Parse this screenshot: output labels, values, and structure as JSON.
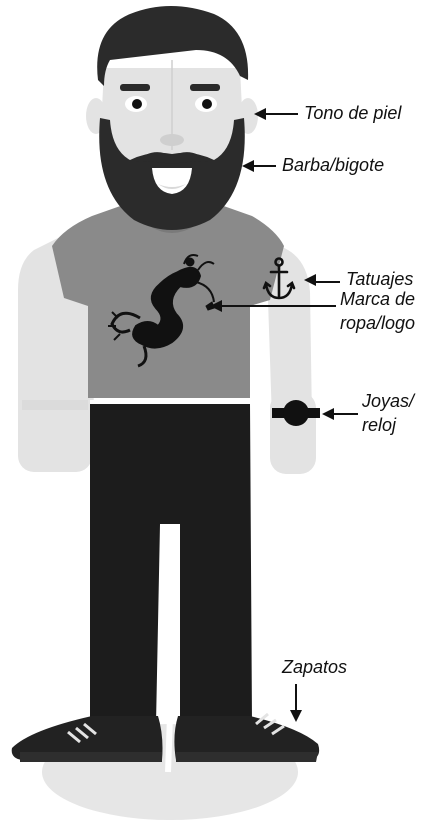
{
  "labels": {
    "skin_tone": "Tono de piel",
    "beard": "Barba/bigote",
    "tattoos": "Tatuajes",
    "clothing_brand_line1": "Marca de",
    "clothing_brand_line2": "ropa/logo",
    "jewelry_line1": "Joyas/",
    "jewelry_line2": "reloj",
    "shoes": "Zapatos"
  },
  "colors": {
    "skin": "#e3e3e3",
    "skin_shade": "#cfcfcf",
    "hair": "#2b2b2b",
    "shirt": "#8a8a8a",
    "pants": "#1c1c1c",
    "shoe": "#222222",
    "shadow": "#e6e6e6",
    "tattoo": "#111111"
  }
}
